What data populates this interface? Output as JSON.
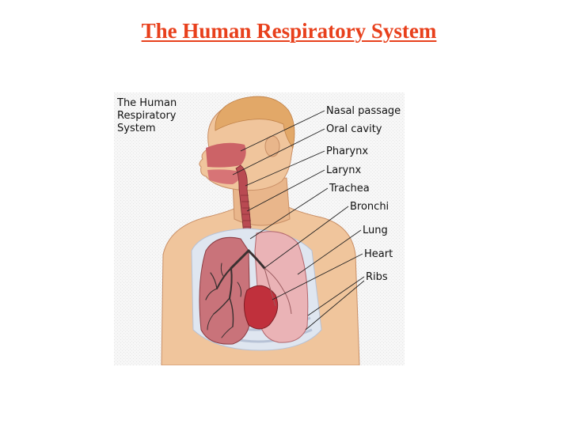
{
  "slide": {
    "title": "The Human Respiratory System",
    "title_color": "#e8401c"
  },
  "diagram": {
    "inset_title_lines": [
      "The Human",
      "Respiratory",
      "System"
    ],
    "labels": {
      "nasal_passage": "Nasal passage",
      "oral_cavity": "Oral cavity",
      "pharynx": "Pharynx",
      "larynx": "Larynx",
      "trachea": "Trachea",
      "bronchi": "Bronchi",
      "lung": "Lung",
      "heart": "Heart",
      "ribs": "Ribs"
    },
    "colors": {
      "skin": "#f0c59c",
      "skin_shadow": "#d9a37a",
      "hair": "#e2a868",
      "lung_left": "#c9737a",
      "lung_right": "#eab3b6",
      "airway": "#b94a52",
      "heart": "#c0303c",
      "ribs": "#f2f2f4",
      "rib_shadow": "#b7c2d6",
      "bronchial_tree": "#3a3030"
    }
  }
}
